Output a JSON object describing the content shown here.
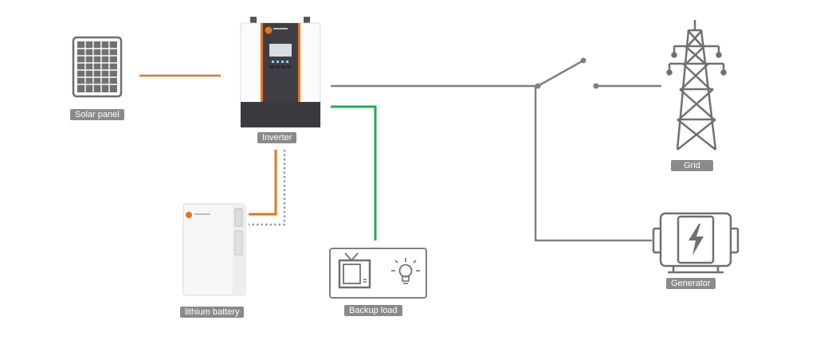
{
  "labels": {
    "solar_panel": "Solar panel",
    "inverter": "Inverter",
    "grid": "Grid",
    "generator": "Generator",
    "battery": "lithium battery",
    "backup_load": "Backup load"
  },
  "colors": {
    "pv_line": "#e8731a",
    "battery_line": "#e8731a",
    "load_line": "#19b04b",
    "grid_line": "#808080",
    "comm_line": "#9a9a9a",
    "label_bg": "#8a8a8a"
  }
}
